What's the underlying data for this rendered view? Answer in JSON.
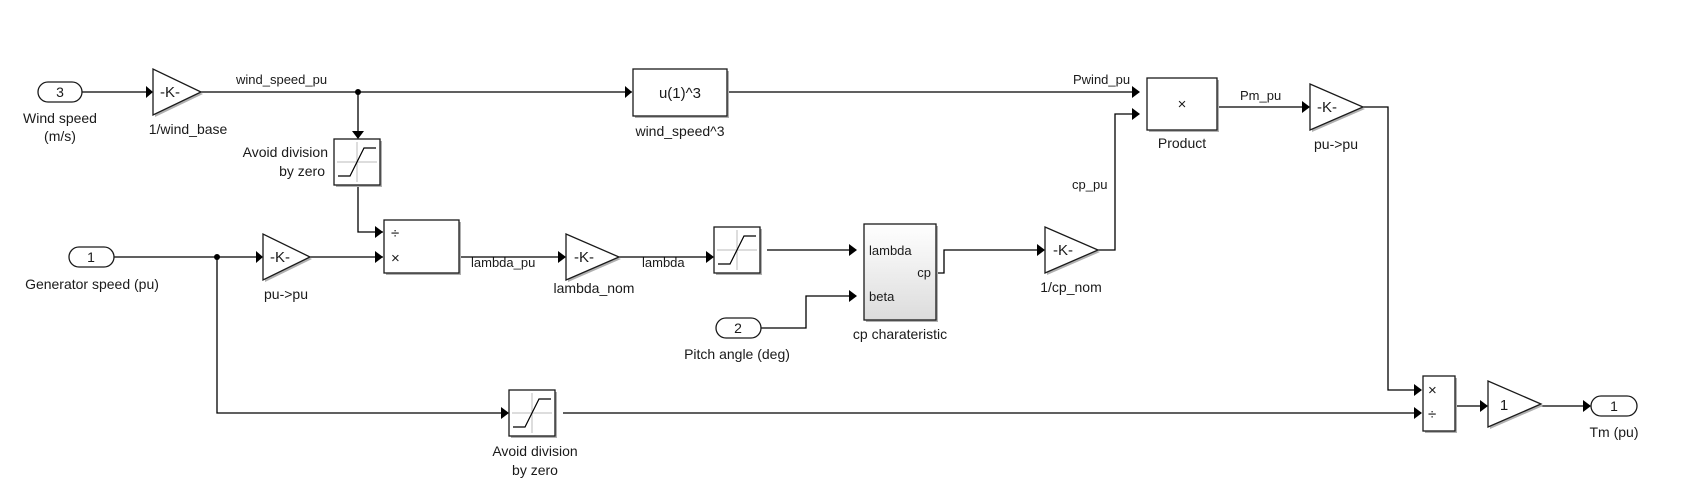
{
  "diagram": {
    "inports": [
      {
        "id": "in3",
        "number": "3",
        "label_lines": [
          "Wind speed",
          "(m/s)"
        ]
      },
      {
        "id": "in1",
        "number": "1",
        "label_lines": [
          "Generator speed (pu)"
        ]
      },
      {
        "id": "in2",
        "number": "2",
        "label_lines": [
          "Pitch angle (deg)"
        ]
      }
    ],
    "outports": [
      {
        "id": "out1",
        "number": "1",
        "label_lines": [
          "Tm (pu)"
        ]
      }
    ],
    "gains": [
      {
        "id": "g_wind_base",
        "glyph": "-K-",
        "label": "1/wind_base"
      },
      {
        "id": "g_pu1",
        "glyph": "-K-",
        "label": "pu->pu"
      },
      {
        "id": "g_lambda_nom",
        "glyph": "-K-",
        "label": "lambda_nom"
      },
      {
        "id": "g_cp_nom",
        "glyph": "-K-",
        "label": "1/cp_nom"
      },
      {
        "id": "g_pu2",
        "glyph": "-K-",
        "label": "pu->pu"
      },
      {
        "id": "g_one",
        "glyph": "1",
        "label": ""
      }
    ],
    "saturations": [
      {
        "id": "sat1",
        "label_lines": [
          "Avoid division",
          "by zero"
        ]
      },
      {
        "id": "sat2",
        "label_lines": []
      },
      {
        "id": "sat3",
        "label_lines": [
          "Avoid division",
          "by zero"
        ]
      }
    ],
    "fcn": {
      "expression": "u(1)^3",
      "label": "wind_speed^3"
    },
    "product": {
      "glyph": "×",
      "label": "Product"
    },
    "divide1": {
      "top_sign": "÷",
      "bottom_sign": "×"
    },
    "divide2": {
      "top_sign": "×",
      "bottom_sign": "÷"
    },
    "cp_block": {
      "label": "cp charateristic",
      "in_ports": [
        "lambda",
        "beta"
      ],
      "out_port": "cp"
    },
    "signals": {
      "wind_speed_pu": "wind_speed_pu",
      "pwind_pu": "Pwind_pu",
      "pm_pu": "Pm_pu",
      "lambda_pu": "lambda_pu",
      "lambda": "lambda",
      "cp_pu": "cp_pu"
    }
  }
}
